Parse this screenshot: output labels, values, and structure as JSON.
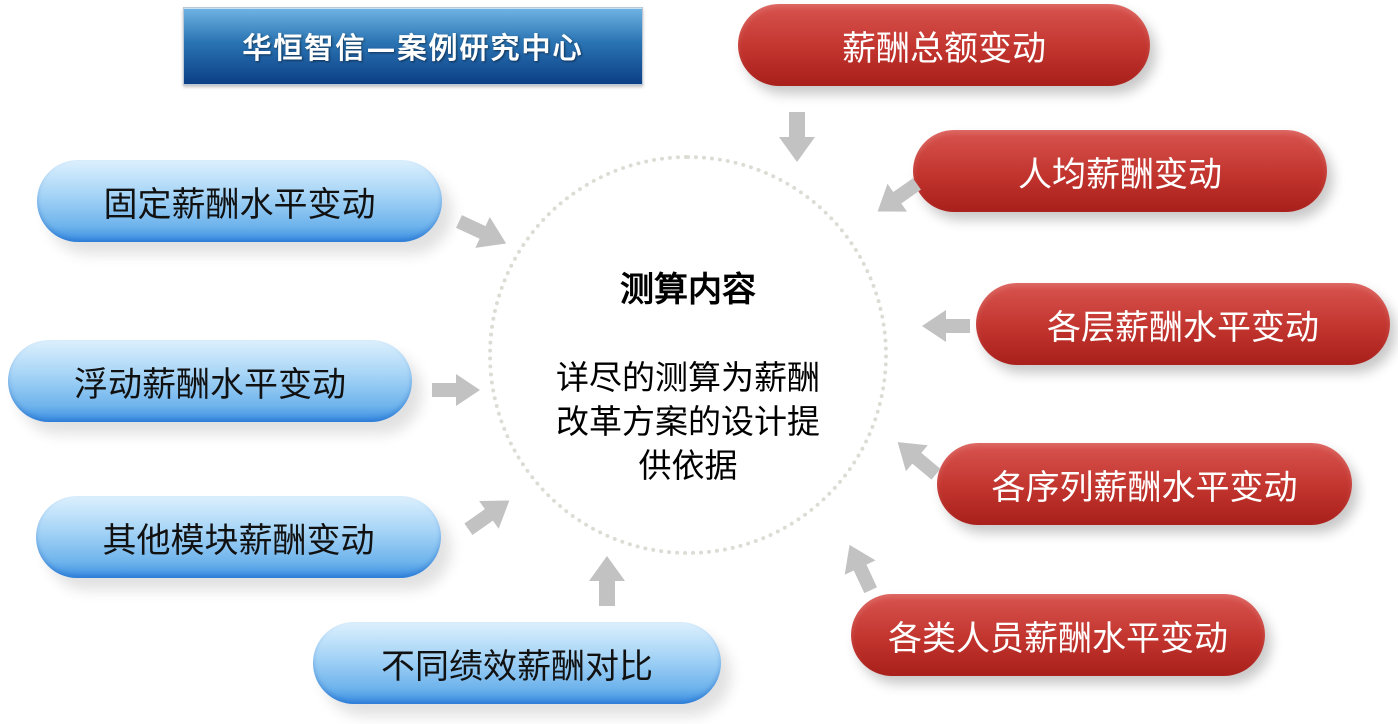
{
  "header": {
    "title": "华恒智信—案例研究中心"
  },
  "center": {
    "title": "测算内容",
    "description": "详尽的测算为薪酬改革方案的设计提供依据"
  },
  "left_items": [
    {
      "label": "固定薪酬水平变动"
    },
    {
      "label": "浮动薪酬水平变动"
    },
    {
      "label": "其他模块薪酬变动"
    },
    {
      "label": "不同绩效薪酬对比"
    }
  ],
  "right_items": [
    {
      "label": "薪酬总额变动"
    },
    {
      "label": "人均薪酬变动"
    },
    {
      "label": "各层薪酬水平变动"
    },
    {
      "label": "各序列薪酬水平变动"
    },
    {
      "label": "各类人员薪酬水平变动"
    }
  ],
  "colors": {
    "blue_pill": "#6fb4ec",
    "red_pill": "#c2342e",
    "arrow": "#c0c0c0",
    "header": "#1a5aa0"
  }
}
